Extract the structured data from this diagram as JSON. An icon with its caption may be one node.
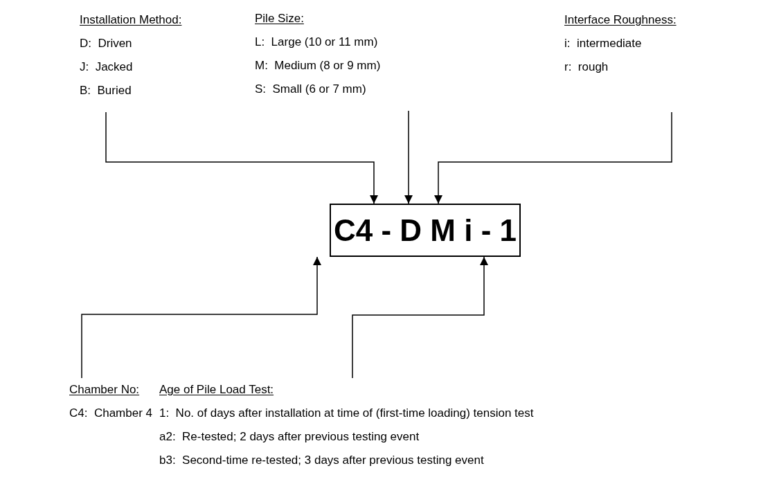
{
  "diagram": {
    "nodes": [
      {
        "text": [
          "Installation Method:",
          "D:  Driven",
          "J:  Jacked",
          "B:  Buried"
        ]
      },
      {
        "text": [
          "Pile Size:",
          "L:  Large (10 or 11 mm)",
          "M:  Medium (8 or 9 mm)",
          "S:  Small (6 or 7 mm)"
        ]
      },
      {
        "text": [
          "Interface Roughness:",
          "i:  intermediate",
          "r:  rough"
        ]
      },
      {
        "text": [
          "C4 - D M i - 1"
        ]
      },
      {
        "text": [
          "Chamber No:",
          "C4:  Chamber 4"
        ]
      },
      {
        "text": [
          "Age of Pile Load Test:",
          "1:  No. of days after installation at time of (first-time loading) tension test",
          "a2:  Re-tested; 2 days after previous testing event",
          "b3:  Second-time re-tested; 3 days after previous testing event"
        ]
      }
    ],
    "edges": [
      {
        "from": 0,
        "to": 3,
        "arrow": "to"
      },
      {
        "from": 1,
        "to": 3,
        "arrow": "to"
      },
      {
        "from": 2,
        "to": 3,
        "arrow": "to"
      },
      {
        "from": 4,
        "to": 3,
        "arrow": "to"
      },
      {
        "from": 5,
        "to": 3,
        "arrow": "to"
      }
    ]
  }
}
